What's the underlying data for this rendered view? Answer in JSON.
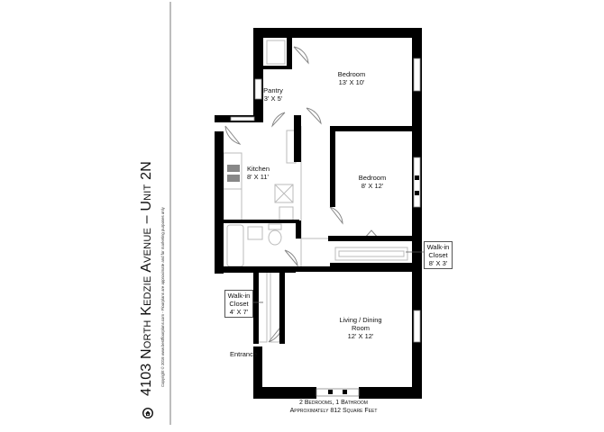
{
  "title": "4103 North Kedzie Avenue – Unit 2N",
  "copyright": "Copyright © 2016 www.bestfloorplans.com - Floorplans are approximate and for marketing purposes only",
  "rooms": [
    {
      "name": "Bedroom",
      "size": "13' X 10'"
    },
    {
      "name": "Pantry",
      "size": "3' X 5'"
    },
    {
      "name": "Kitchen",
      "size": "8' X 11'"
    },
    {
      "name": "Bedroom",
      "size": "8' X 12'"
    },
    {
      "name": "Walk-in Closet",
      "size": "8' X 3'"
    },
    {
      "name": "Walk-in Closet",
      "size": "4' X 7'"
    },
    {
      "name": "Living / Dining Room",
      "size": "12' X 12'"
    }
  ],
  "labels": {
    "bedroom1_name": "Bedroom",
    "bedroom1_size": "13' X 10'",
    "pantry_name": "Pantry",
    "pantry_size": "3' X 5'",
    "kitchen_name": "Kitchen",
    "kitchen_size": "8' X 11'",
    "bedroom2_name": "Bedroom",
    "bedroom2_size": "8' X 12'",
    "closet1_line1": "Walk-in",
    "closet1_line2": "Closet",
    "closet1_size": "8' X 3'",
    "closet2_line1": "Walk-in",
    "closet2_line2": "Closet",
    "closet2_size": "4' X 7'",
    "living_line1": "Living / Dining",
    "living_line2": "Room",
    "living_size": "12' X 12'",
    "entrance": "Entrance"
  },
  "summary": {
    "line1": "2 Bedrooms, 1 Bathroom",
    "line2": "Approximately 812 Square Feet"
  },
  "icons": {
    "logo": "home-icon"
  },
  "colors": {
    "wall": "#000000",
    "background": "#ffffff",
    "rule": "#bdbdbd"
  }
}
